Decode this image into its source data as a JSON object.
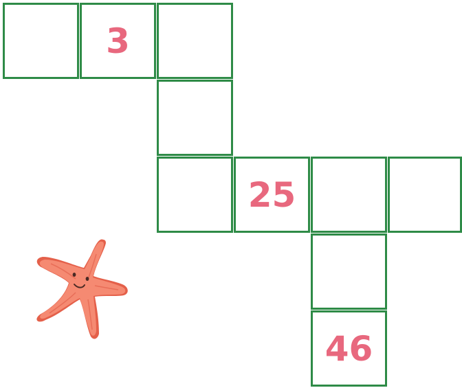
{
  "puzzle": {
    "cells": [
      {
        "value": ""
      },
      {
        "value": "3"
      },
      {
        "value": ""
      },
      {
        "value": ""
      },
      {
        "value": ""
      },
      {
        "value": "25"
      },
      {
        "value": ""
      },
      {
        "value": ""
      },
      {
        "value": ""
      },
      {
        "value": "46"
      }
    ],
    "colors": {
      "border": "#2e8b47",
      "number": "#e8687e",
      "starfish": "#f58a72"
    }
  },
  "decoration": {
    "icon": "starfish-icon"
  }
}
